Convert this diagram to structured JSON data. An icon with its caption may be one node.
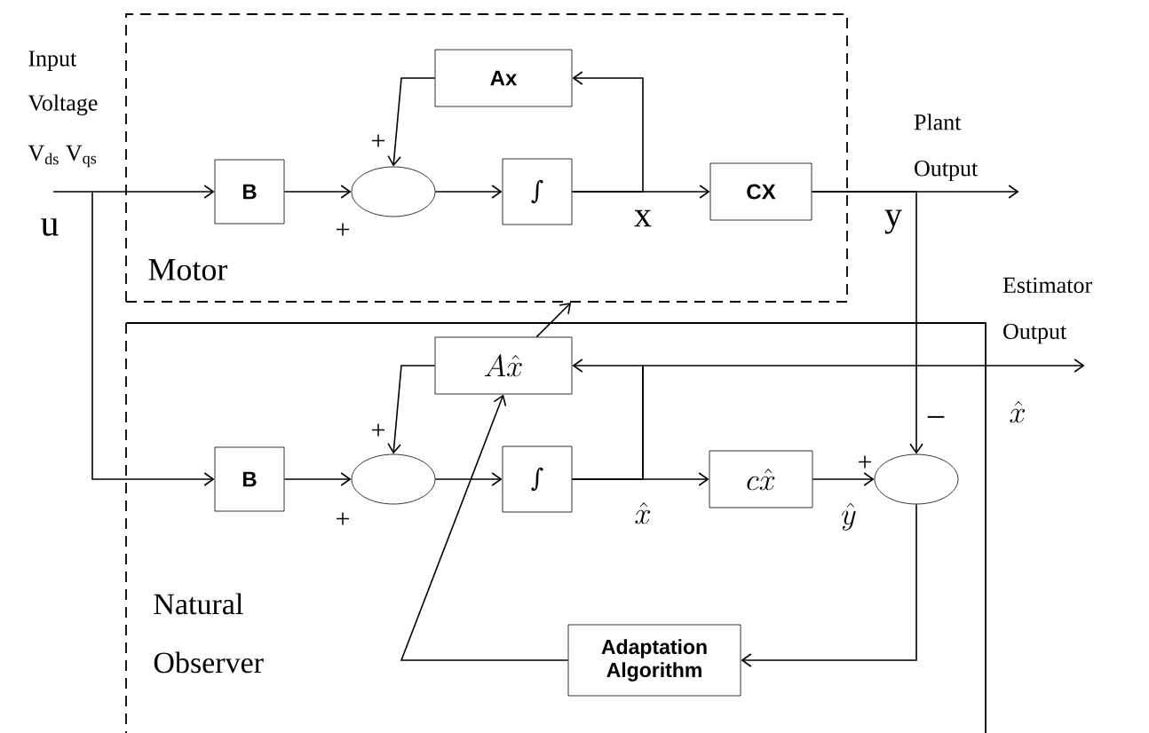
{
  "diagram": {
    "nodes": [
      {
        "text": [
          "Motor"
        ]
      },
      {
        "text": [
          "Ax"
        ],
        "in": 0
      },
      {
        "text": [
          "B"
        ],
        "in": 0
      },
      {
        "text": [],
        "shape": "ellipse",
        "in": 0
      },
      {
        "text": [
          "∫"
        ],
        "in": 0
      },
      {
        "text": [
          "CX"
        ],
        "in": 0
      },
      {
        "text": [
          "Natural Observer"
        ]
      },
      {
        "text": [
          "A\\hat{x}"
        ],
        "in": 6
      },
      {
        "text": [
          "B"
        ],
        "in": 6
      },
      {
        "text": [],
        "shape": "ellipse",
        "in": 6
      },
      {
        "text": [
          "∫"
        ],
        "in": 6
      },
      {
        "text": [
          "c\\hat{x}"
        ],
        "in": 6
      },
      {
        "text": [],
        "shape": "ellipse",
        "in": 6
      },
      {
        "text": [
          "Adaptation Algorithm"
        ],
        "in": 6
      },
      {
        "text": [
          "Plant Output"
        ]
      },
      {
        "text": [
          "Estimator Output"
        ]
      }
    ],
    "edges": [
      {
        "from": null,
        "to": 2,
        "arrow": "to"
      },
      {
        "from": null,
        "to": 8,
        "arrow": "to"
      },
      {
        "from": 2,
        "to": 3,
        "arrow": "to"
      },
      {
        "from": 3,
        "to": 4,
        "arrow": "to"
      },
      {
        "from": 4,
        "to": 5,
        "arrow": "to"
      },
      {
        "from": 4,
        "to": 1,
        "arrow": "to"
      },
      {
        "from": 1,
        "to": 3,
        "arrow": "to"
      },
      {
        "from": 5,
        "to": 14,
        "arrow": "to"
      },
      {
        "from": 5,
        "to": 12,
        "arrow": "to"
      },
      {
        "from": 8,
        "to": 9,
        "arrow": "to"
      },
      {
        "from": 9,
        "to": 10,
        "arrow": "to"
      },
      {
        "from": 10,
        "to": 11,
        "arrow": "to"
      },
      {
        "from": 10,
        "to": 7,
        "arrow": "to"
      },
      {
        "from": 10,
        "to": 15,
        "arrow": "to"
      },
      {
        "from": 7,
        "to": 9,
        "arrow": "to"
      },
      {
        "from": 11,
        "to": 12,
        "arrow": "to"
      },
      {
        "from": 12,
        "to": 13,
        "arrow": "to"
      },
      {
        "from": 13,
        "to": 7,
        "arrow": "to"
      },
      {
        "from": 7,
        "to": 0,
        "arrow": "to"
      }
    ],
    "labels": [
      "Input Voltage",
      "V$_{ds}$ V$_{qs}$",
      "u",
      "+",
      "+",
      "x",
      "y",
      "+",
      "+",
      "\\hat{x}",
      "+",
      "\\hat{y}",
      "−",
      "\\hat{x}"
    ]
  }
}
